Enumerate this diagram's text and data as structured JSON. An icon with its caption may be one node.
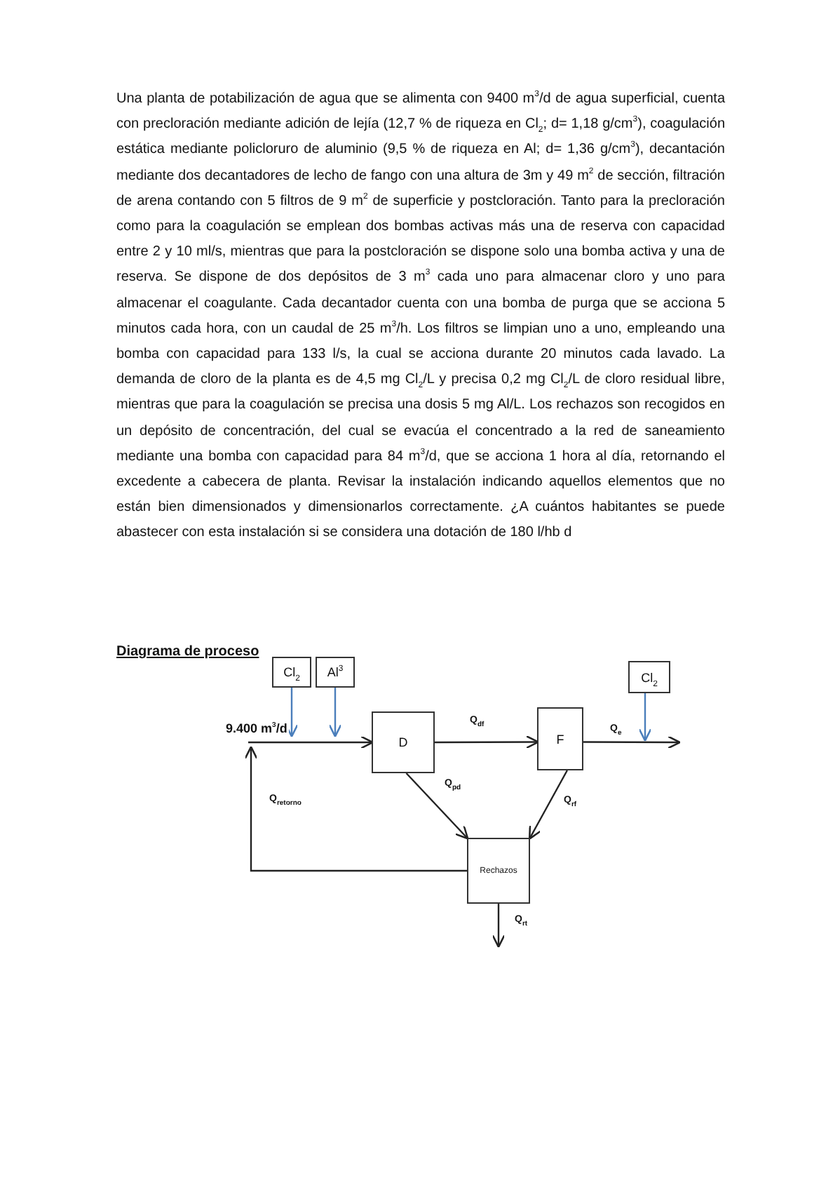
{
  "diagram": {
    "title": "Diagrama de proceso",
    "nodes": [
      {
        "text": [
          "Cl$_{2}$"
        ]
      },
      {
        "text": [
          "Al$^{3}$"
        ]
      },
      {
        "text": [
          "D"
        ]
      },
      {
        "text": [
          "F"
        ]
      },
      {
        "text": [
          "Cl$_{2}$"
        ]
      },
      {
        "text": [
          "Rechazos"
        ]
      }
    ],
    "edges": [
      {
        "from": null,
        "to": 2,
        "arrow": "to",
        "label": "9.400 m$^{3}$/d"
      },
      {
        "from": 0,
        "to": null,
        "arrow": "to",
        "color": "#4a7ebb"
      },
      {
        "from": 1,
        "to": null,
        "arrow": "to",
        "color": "#4a7ebb"
      },
      {
        "from": 2,
        "to": 3,
        "arrow": "to",
        "label": "Q$_{df}$"
      },
      {
        "from": 2,
        "to": 5,
        "arrow": "to",
        "label": "Q$_{pd}$"
      },
      {
        "from": 3,
        "to": 5,
        "arrow": "to",
        "label": "Q$_{rf}$"
      },
      {
        "from": 3,
        "to": null,
        "arrow": "to",
        "label": "Q$_{e}$"
      },
      {
        "from": 4,
        "to": null,
        "arrow": "to",
        "color": "#4a7ebb"
      },
      {
        "from": 5,
        "to": null,
        "arrow": "to",
        "label": "Q$_{retorno}$"
      },
      {
        "from": 5,
        "to": null,
        "arrow": "to",
        "label": "Q$_{rt}$"
      }
    ],
    "labels": [
      "Una planta de potabilización de agua que se alimenta con 9400 m$^{3}$/d de agua superficial, cuenta con precloración mediante adición de lejía (12,7 % de riqueza en Cl$_{2}$; d= 1,18 g/cm$^{3}$), coagulación estática mediante policloruro de aluminio (9,5 % de riqueza en Al; d= 1,36 g/cm$^{3}$), decantación mediante dos decantadores de lecho de fango con una altura de 3m y 49 m$^{2}$ de sección, filtración de arena contando con 5 filtros de 9 m$^{2}$ de superficie y postcloración. Tanto para la precloración como para la coagulación se emplean dos bombas activas más una de reserva con capacidad entre 2 y 10 ml/s, mientras que para la postcloración se dispone solo una bomba activa y una de reserva. Se dispone de dos depósitos de 3 m$^{3}$ cada uno para almacenar cloro y uno para almacenar el coagulante. Cada decantador cuenta con una bomba de purga que se acciona 5 minutos cada hora, con un caudal de 25 m$^{3}$/h. Los filtros se limpian uno a uno, empleando una bomba con capacidad para 133 l/s, la cual se acciona durante 20 minutos cada lavado.  La demanda de cloro de la planta es de 4,5 mg Cl$_{2}$/L y precisa 0,2 mg Cl$_{2}$/L de cloro residual libre, mientras que para la coagulación se precisa una dosis 5 mg Al/L. Los rechazos son recogidos en un depósito de concentración, del cual se evacúa el concentrado a la red de saneamiento mediante una bomba con capacidad para 84 m$^{3}$/d, que se acciona 1 hora al día, retornando el excedente a cabecera de planta. Revisar la instalación indicando aquellos elementos que no están bien dimensionados y dimensionarlos correctamente. ¿A cuántos habitantes se puede abastecer con esta instalación si se considera una dotación de 180 l/hb d"
    ]
  }
}
